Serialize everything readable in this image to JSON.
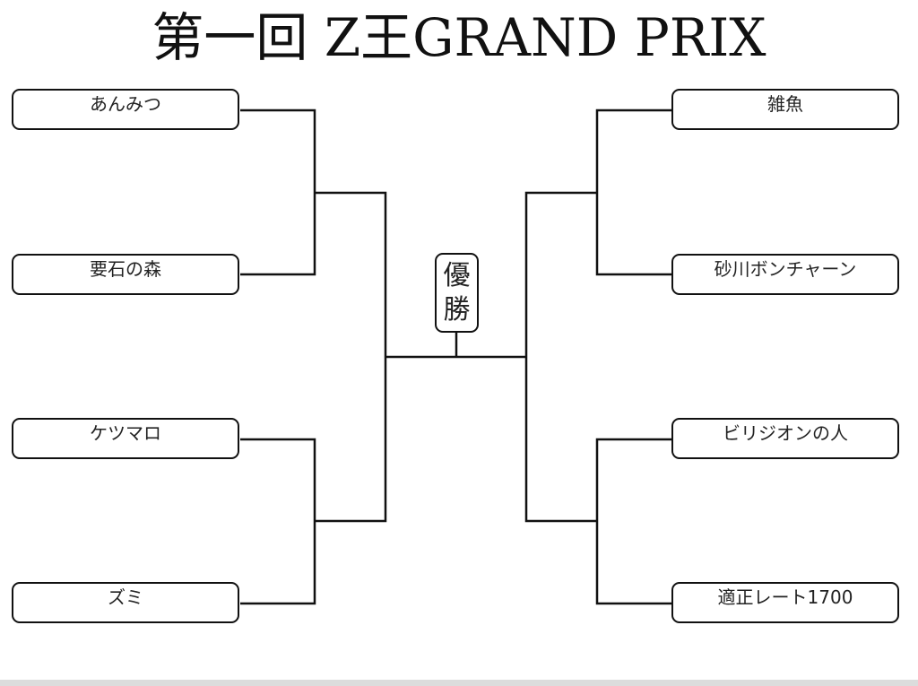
{
  "title": "第一回 Z王GRAND PRIX",
  "final_label": [
    "優",
    "勝"
  ],
  "left_players": [
    "あんみつ",
    "要石の森",
    "ケツマロ",
    "ズミ"
  ],
  "right_players": [
    "雑魚",
    "砂川ボンチャーン",
    "ビリジオンの人",
    "適正レート1700"
  ],
  "line_color": "#111111"
}
